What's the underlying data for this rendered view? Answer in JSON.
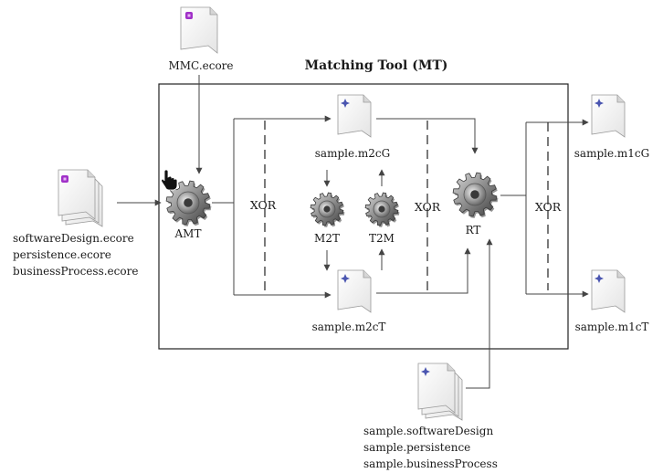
{
  "title": "Matching Tool (MT)",
  "files": {
    "mmc": "MMC.ecore",
    "m2cG": "sample.m2cG",
    "m2cT": "sample.m2cT",
    "m1cG": "sample.m1cG",
    "m1cT": "sample.m1cT"
  },
  "input_models": [
    "softwareDesign.ecore",
    "persistence.ecore",
    "businessProcess.ecore"
  ],
  "input_samples": [
    "sample.softwareDesign",
    "sample.persistence",
    "sample.businessProcess"
  ],
  "components": {
    "amt": "AMT",
    "m2t": "M2T",
    "t2m": "T2M",
    "rt": "RT"
  },
  "xor_label": "XOR",
  "colors": {
    "line": "#444444",
    "dash": "#222222",
    "gear": "#8a8a8a",
    "ecore_icon": "#a030c8",
    "model_icon": "#4a55b0"
  }
}
